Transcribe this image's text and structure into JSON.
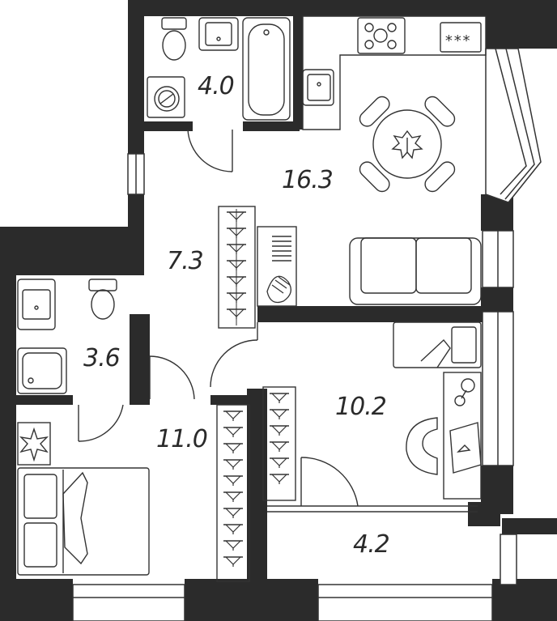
{
  "rooms": {
    "bathroom_main": {
      "area": "4.0"
    },
    "kitchen_living": {
      "area": "16.3"
    },
    "hallway": {
      "area": "7.3"
    },
    "bathroom_small": {
      "area": "3.6"
    },
    "bedroom": {
      "area": "11.0"
    },
    "study": {
      "area": "10.2"
    },
    "balcony": {
      "area": "4.2"
    }
  },
  "colors": {
    "wall": "#2b2b2b",
    "line": "#333333",
    "background": "#ffffff"
  },
  "icons": {
    "stove_indicator": "***"
  }
}
